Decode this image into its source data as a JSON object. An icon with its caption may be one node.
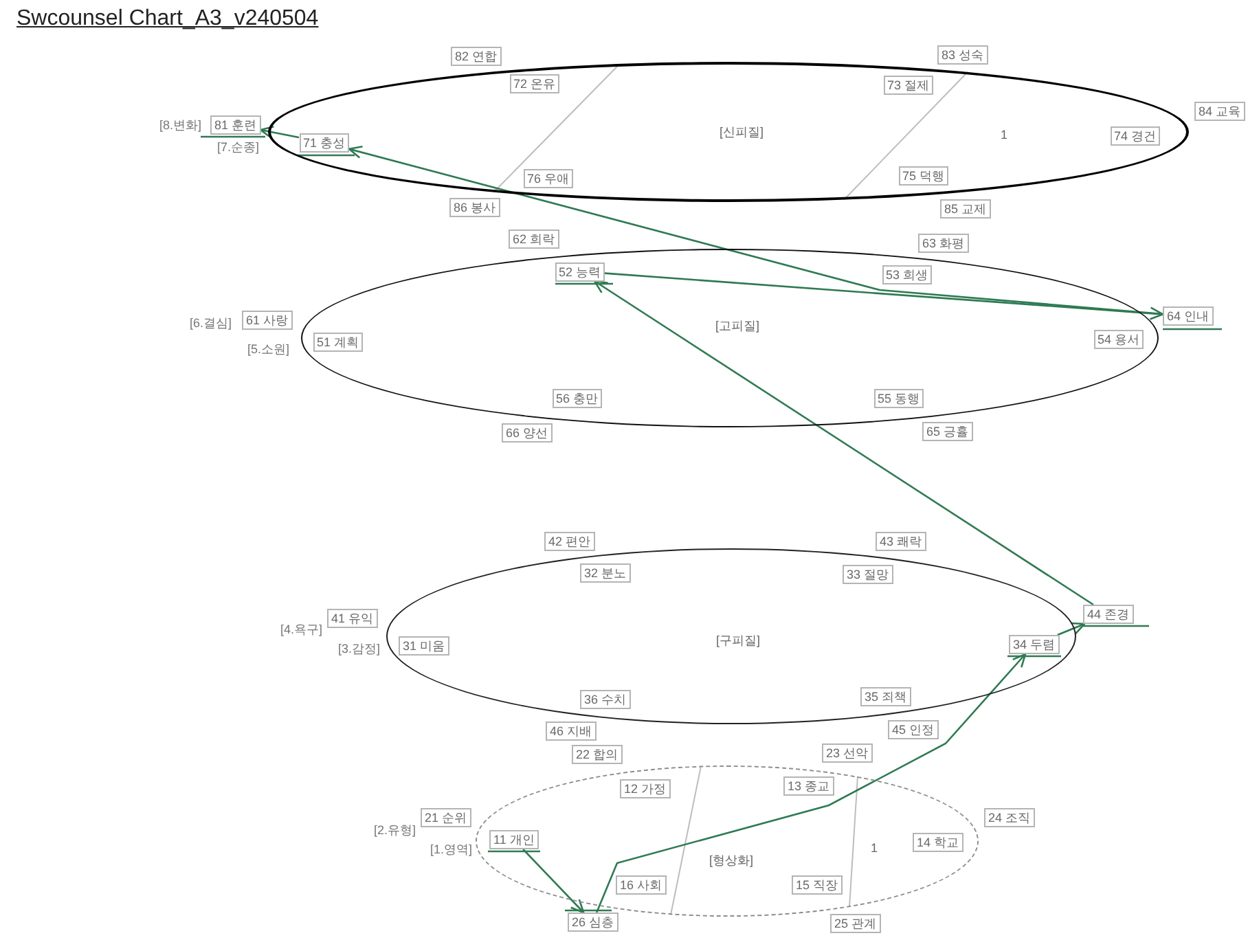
{
  "diagram": {
    "title": "Swcounsel Chart_A3_v240504",
    "nodes": [
      {
        "text": [
          "[신피질]",
          "1"
        ]
      },
      {
        "text": [
          "82 연합"
        ]
      },
      {
        "text": [
          "72 온유"
        ],
        "in": 0
      },
      {
        "text": [
          "83 성숙"
        ]
      },
      {
        "text": [
          "73 절제"
        ],
        "in": 0
      },
      {
        "text": [
          "84 교육"
        ]
      },
      {
        "text": [
          "81 훈련"
        ]
      },
      {
        "text": [
          "71 충성"
        ],
        "in": 0
      },
      {
        "text": [
          "74 경건"
        ],
        "in": 0
      },
      {
        "text": [
          "76 우애"
        ],
        "in": 0
      },
      {
        "text": [
          "75 덕행"
        ],
        "in": 0
      },
      {
        "text": [
          "86 봉사"
        ]
      },
      {
        "text": [
          "85 교제"
        ]
      },
      {
        "text": [
          "[고피질]"
        ]
      },
      {
        "text": [
          "62 희락"
        ]
      },
      {
        "text": [
          "63 화평"
        ]
      },
      {
        "text": [
          "52 능력"
        ],
        "in": 13
      },
      {
        "text": [
          "53 희생"
        ],
        "in": 13
      },
      {
        "text": [
          "61 사랑"
        ]
      },
      {
        "text": [
          "51 계획"
        ],
        "in": 13
      },
      {
        "text": [
          "64 인내"
        ]
      },
      {
        "text": [
          "54 용서"
        ],
        "in": 13
      },
      {
        "text": [
          "56 충만"
        ],
        "in": 13
      },
      {
        "text": [
          "55 동행"
        ],
        "in": 13
      },
      {
        "text": [
          "66 양선"
        ]
      },
      {
        "text": [
          "65 긍휼"
        ]
      },
      {
        "text": [
          "[구피질]"
        ]
      },
      {
        "text": [
          "42 편안"
        ]
      },
      {
        "text": [
          "43 쾌락"
        ]
      },
      {
        "text": [
          "32 분노"
        ],
        "in": 26
      },
      {
        "text": [
          "33 절망"
        ],
        "in": 26
      },
      {
        "text": [
          "41 유익"
        ]
      },
      {
        "text": [
          "44 존경"
        ]
      },
      {
        "text": [
          "31 미움"
        ],
        "in": 26
      },
      {
        "text": [
          "34 두렴"
        ],
        "in": 26
      },
      {
        "text": [
          "36 수치"
        ],
        "in": 26
      },
      {
        "text": [
          "35 죄책"
        ],
        "in": 26
      },
      {
        "text": [
          "46 지배"
        ]
      },
      {
        "text": [
          "45 인정"
        ]
      },
      {
        "text": [
          "[형상화]",
          "1"
        ]
      },
      {
        "text": [
          "22 합의"
        ]
      },
      {
        "text": [
          "23 선악"
        ]
      },
      {
        "text": [
          "12 가정"
        ],
        "in": 39
      },
      {
        "text": [
          "13 종교"
        ],
        "in": 39
      },
      {
        "text": [
          "21 순위"
        ]
      },
      {
        "text": [
          "24 조직"
        ]
      },
      {
        "text": [
          "11 개인"
        ],
        "in": 39
      },
      {
        "text": [
          "14 학교"
        ],
        "in": 39
      },
      {
        "text": [
          "16 사회"
        ],
        "in": 39
      },
      {
        "text": [
          "15 직장"
        ],
        "in": 39
      },
      {
        "text": [
          "26 심층"
        ]
      },
      {
        "text": [
          "25 관계"
        ]
      }
    ],
    "edges": [
      {
        "from": 46,
        "to": 50,
        "arrow": "to"
      },
      {
        "from": 50,
        "to": 34,
        "arrow": "to"
      },
      {
        "from": 34,
        "to": 32,
        "arrow": "to"
      },
      {
        "from": 32,
        "to": 16,
        "arrow": "to"
      },
      {
        "from": 16,
        "to": 20,
        "arrow": "to"
      },
      {
        "from": 20,
        "to": 7,
        "arrow": "to"
      },
      {
        "from": 7,
        "to": 6,
        "arrow": "to"
      }
    ],
    "labels": [
      "[8.변화]",
      "[7.순종]",
      "[6.결심]",
      "[5.소원]",
      "[4.욕구]",
      "[3.감정]",
      "[2.유형]",
      "[1.영역]"
    ]
  }
}
